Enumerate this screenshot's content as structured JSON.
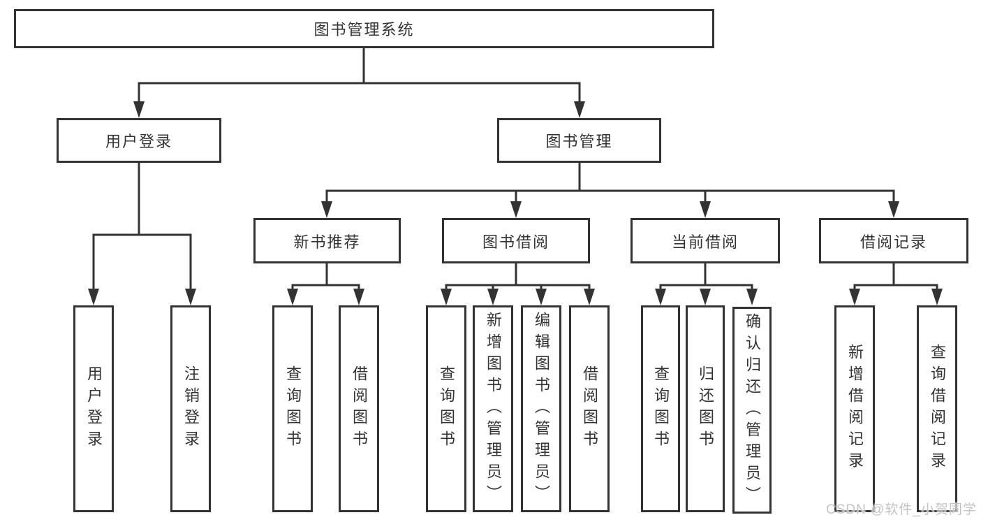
{
  "meta": {
    "background_color": "#ffffff",
    "line_color": "#333333",
    "text_color": "#333333",
    "watermark_color": "#c3c3c3"
  },
  "watermark": "CSDN @软件_小贺同学",
  "nodes": {
    "root": "图书管理系统",
    "level2": [
      {
        "label": "用户登录"
      },
      {
        "label": "图书管理"
      }
    ],
    "level3": [
      {
        "label": "新书推荐"
      },
      {
        "label": "图书借阅"
      },
      {
        "label": "当前借阅"
      },
      {
        "label": "借阅记录"
      }
    ],
    "leaves": {
      "user_login": [
        "用户登录",
        "注销登录"
      ],
      "new_book": [
        "查询图书",
        "借阅图书"
      ],
      "book_borrow": [
        "查询图书",
        "新增图书（管理员）",
        "编辑图书（管理员）",
        "借阅图书"
      ],
      "current_borrow": [
        "查询图书",
        "归还图书",
        "确认归还（管理员）"
      ],
      "borrow_records": [
        "新增借阅记录",
        "查询借阅记录"
      ]
    }
  }
}
